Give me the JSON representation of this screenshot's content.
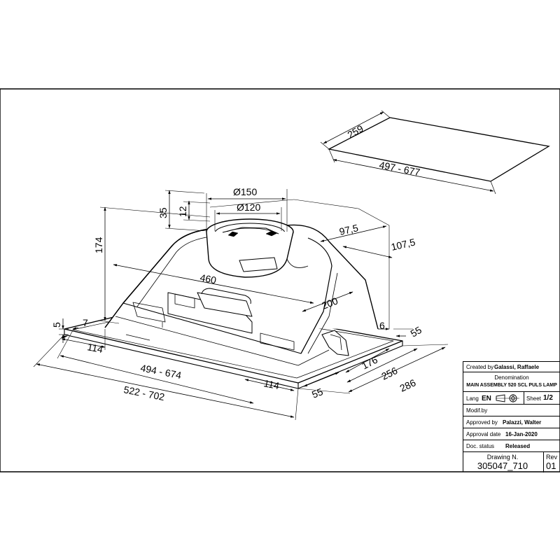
{
  "dimensions": {
    "cutout_depth": "259",
    "cutout_width": "497 - 677",
    "duct_outer": "Ø150",
    "duct_inner": "Ø120",
    "collar_35": "35",
    "collar_12": "12",
    "total_height": "174",
    "offset_97_5": "97,5",
    "offset_107_5": "107,5",
    "body_width": "460",
    "body_depth": "200",
    "flange_5": "5",
    "flange_7": "7",
    "side_6": "6",
    "side_55_top": "55",
    "left_114": "114",
    "inner_width": "494 - 674",
    "outer_width": "522 - 702",
    "right_114": "114",
    "front_55": "55",
    "depth_176": "176",
    "depth_256": "256",
    "depth_286": "286"
  },
  "title_block": {
    "created_by_label": "Created by",
    "created_by_value": "Galassi, Raffaele",
    "denomination_label": "Denomination",
    "denomination_value": "MAIN ASSEMBLY 520 SCL PULS LAMP",
    "lang_label": "Lang",
    "lang_value": "EN",
    "sheet_label": "Sheet",
    "sheet_value": "1/2",
    "modif_label": "Modif.by",
    "approved_by_label": "Approved by",
    "approved_by_value": "Palazzi, Walter",
    "approval_date_label": "Approval date",
    "approval_date_value": "16-Jan-2020",
    "doc_status_label": "Doc. status",
    "doc_status_value": "Released",
    "drawing_n_label": "Drawing N.",
    "drawing_n_value": "305047_710",
    "rev_label": "Rev",
    "rev_value": "01"
  },
  "icons": [
    "projection-symbol-icon"
  ]
}
